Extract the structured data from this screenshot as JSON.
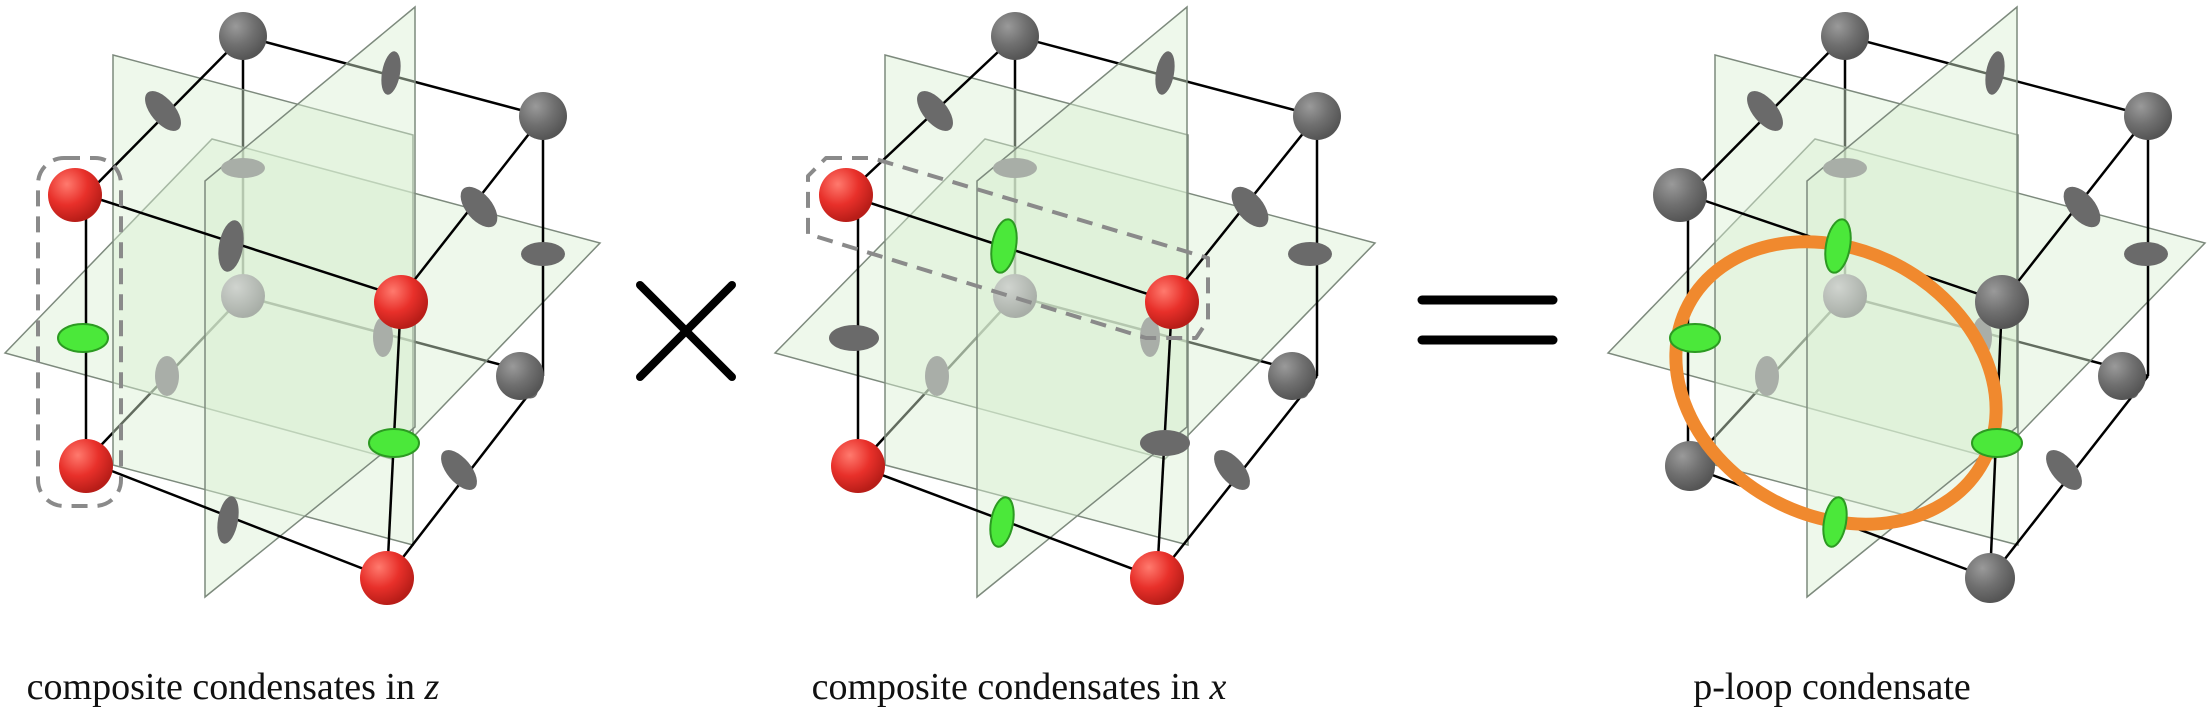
{
  "captions": {
    "left": {
      "text": "composite condensates in ",
      "var": "z"
    },
    "middle": {
      "text": "composite condensates in ",
      "var": "x"
    },
    "right": {
      "text": "p-loop condensate",
      "var": ""
    }
  },
  "operators": {
    "times": "×",
    "equals": "="
  },
  "colors": {
    "red": "#e8302a",
    "gray": "#707070",
    "green": "#4be83a",
    "orange": "#f0892e",
    "plane_fill": "#e6f4e2",
    "plane_stroke": "#7d8a7d",
    "dash": "#8a8a8a"
  }
}
